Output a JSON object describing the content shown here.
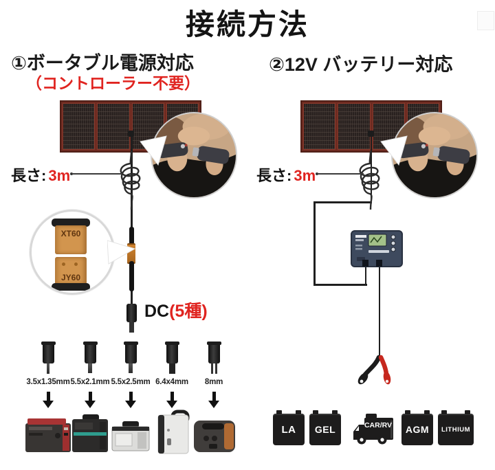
{
  "title": "接続方法",
  "left": {
    "heading": "①ボータブル電源対応",
    "subheading": "（コントローラー不要）",
    "length_label": "長さ:",
    "length_value": "3m",
    "connector_top": "XT60",
    "connector_bottom": "JY60",
    "dc_label": "DC",
    "dc_variants": "(5種)",
    "adapters": [
      "3.5x1.35mm",
      "5.5x2.1mm",
      "5.5x2.5mm",
      "6.4x4mm",
      "8mm"
    ]
  },
  "right": {
    "heading": "②12V バッテリー対応",
    "length_label": "長さ:",
    "length_value": "3m",
    "batteries": [
      "LA",
      "GEL",
      "CAR/RV",
      "AGM",
      "LITHIUM"
    ]
  },
  "colors": {
    "accent_red": "#e02420",
    "connector_orange": "#d2954e",
    "controller_body": "#3e4a5e",
    "lcd_green": "#a4c289",
    "clip_red": "#c6281e",
    "panel_frame": "#6e2b21"
  }
}
